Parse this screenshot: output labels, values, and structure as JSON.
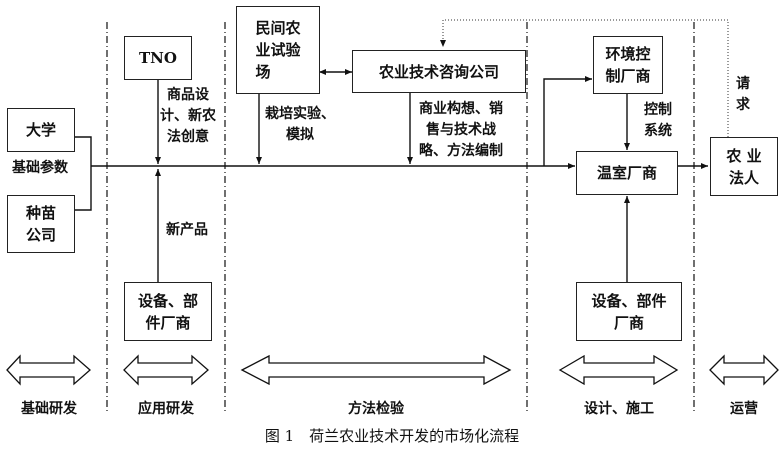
{
  "nodes": {
    "university": "大学",
    "seed_company": "种苗\n公司",
    "tno": "TNO",
    "private_trial_farm": "民间农\n业试验\n场",
    "consulting_company": "农业技术咨询公司",
    "env_control_vendor": "环境控\n制厂商",
    "greenhouse_vendor": "温室厂商",
    "agri_entity": "农 业\n法人",
    "equipment_vendor_left": "设备、部\n件厂商",
    "equipment_vendor_right": "设备、部件\n厂商"
  },
  "edge_labels": {
    "basic_params": "基础参数",
    "product_design": "商品设\n计、新农\n法创意",
    "new_product": "新产品",
    "cultivation": "栽培实验、\n模拟",
    "business": "商业构想、销\n售与技术战\n略、方法编制",
    "control_system": "控制\n系统",
    "request": "请\n求"
  },
  "stages": [
    "基础研发",
    "应用研发",
    "方法检验",
    "设计、施工",
    "运营"
  ],
  "caption": "图 1　荷兰农业技术开发的市场化流程"
}
